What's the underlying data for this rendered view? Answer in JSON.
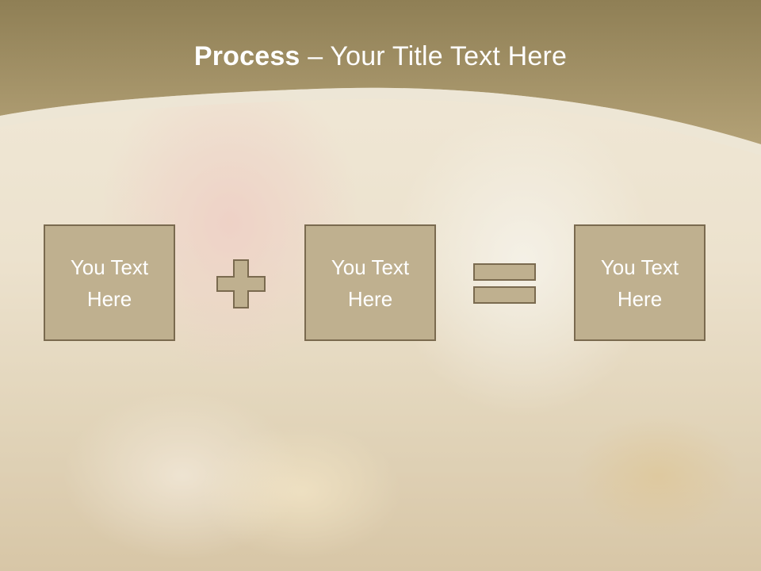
{
  "slide": {
    "title_bold": "Process",
    "title_rest": " – Your Title Text Here",
    "boxes": [
      {
        "label": "You Text\nHere"
      },
      {
        "label": "You Text\nHere"
      },
      {
        "label": "You Text\nHere"
      }
    ],
    "operators": [
      "plus",
      "equals"
    ]
  },
  "colors": {
    "header": "#a8976a",
    "box_fill": "#bfb08f",
    "box_border": "#7a6a4f",
    "text": "#ffffff"
  }
}
